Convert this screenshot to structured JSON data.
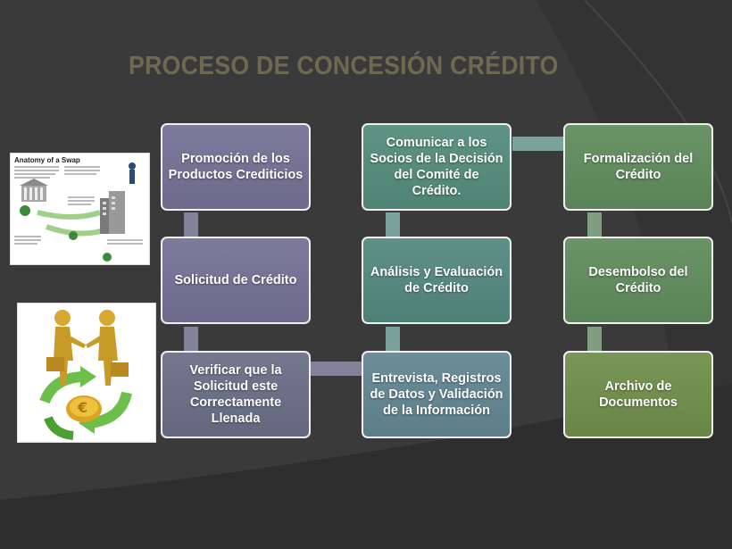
{
  "title": "PROCESO DE CONCESIÓN CRÉDITO",
  "colors": {
    "background": "#3a3a3a",
    "title": "#6e6a52",
    "purple_box": "#77739a",
    "teal_box": "#578880",
    "green_box": "#628c60",
    "olive_box": "#728e4e",
    "connector": "#8c8aa6"
  },
  "steps": [
    {
      "label": "Promoción de los Productos Crediticios"
    },
    {
      "label": "Solicitud de Crédito"
    },
    {
      "label": "Verificar que la Solicitud este Correctamente Llenada"
    },
    {
      "label": "Entrevista, Registros de Datos y Validación de la Información"
    },
    {
      "label": "Análisis y Evaluación de Crédito"
    },
    {
      "label": "Comunicar a los Socios de la Decisión del Comité de Crédito."
    },
    {
      "label": "Formalización del Crédito"
    },
    {
      "label": "Desembolso del Crédito"
    },
    {
      "label": "Archivo de Documentos"
    }
  ],
  "swap_infographic": {
    "heading": "Anatomy of a Swap"
  }
}
